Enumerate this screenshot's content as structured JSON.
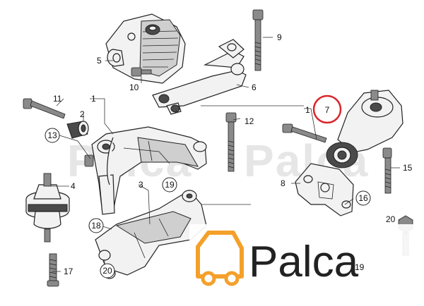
{
  "watermark": "Palca",
  "labels": {
    "l1a": "1",
    "l1b": "1",
    "l2": "2",
    "l3": "3",
    "l4": "4",
    "l5": "5",
    "l6": "6",
    "l7": "7",
    "l8": "8",
    "l9": "9",
    "l10": "10",
    "l11": "11",
    "l12": "12",
    "l13": "13",
    "l15": "15",
    "l16": "16",
    "l17": "17",
    "l18": "18",
    "l19a": "19",
    "l19b": "19",
    "l20a": "20",
    "l20b": "20"
  },
  "highlight_color": "#d9262c",
  "logo": {
    "text": "Palca",
    "accent_color": "#f4a02a",
    "text_color": "#222222"
  }
}
